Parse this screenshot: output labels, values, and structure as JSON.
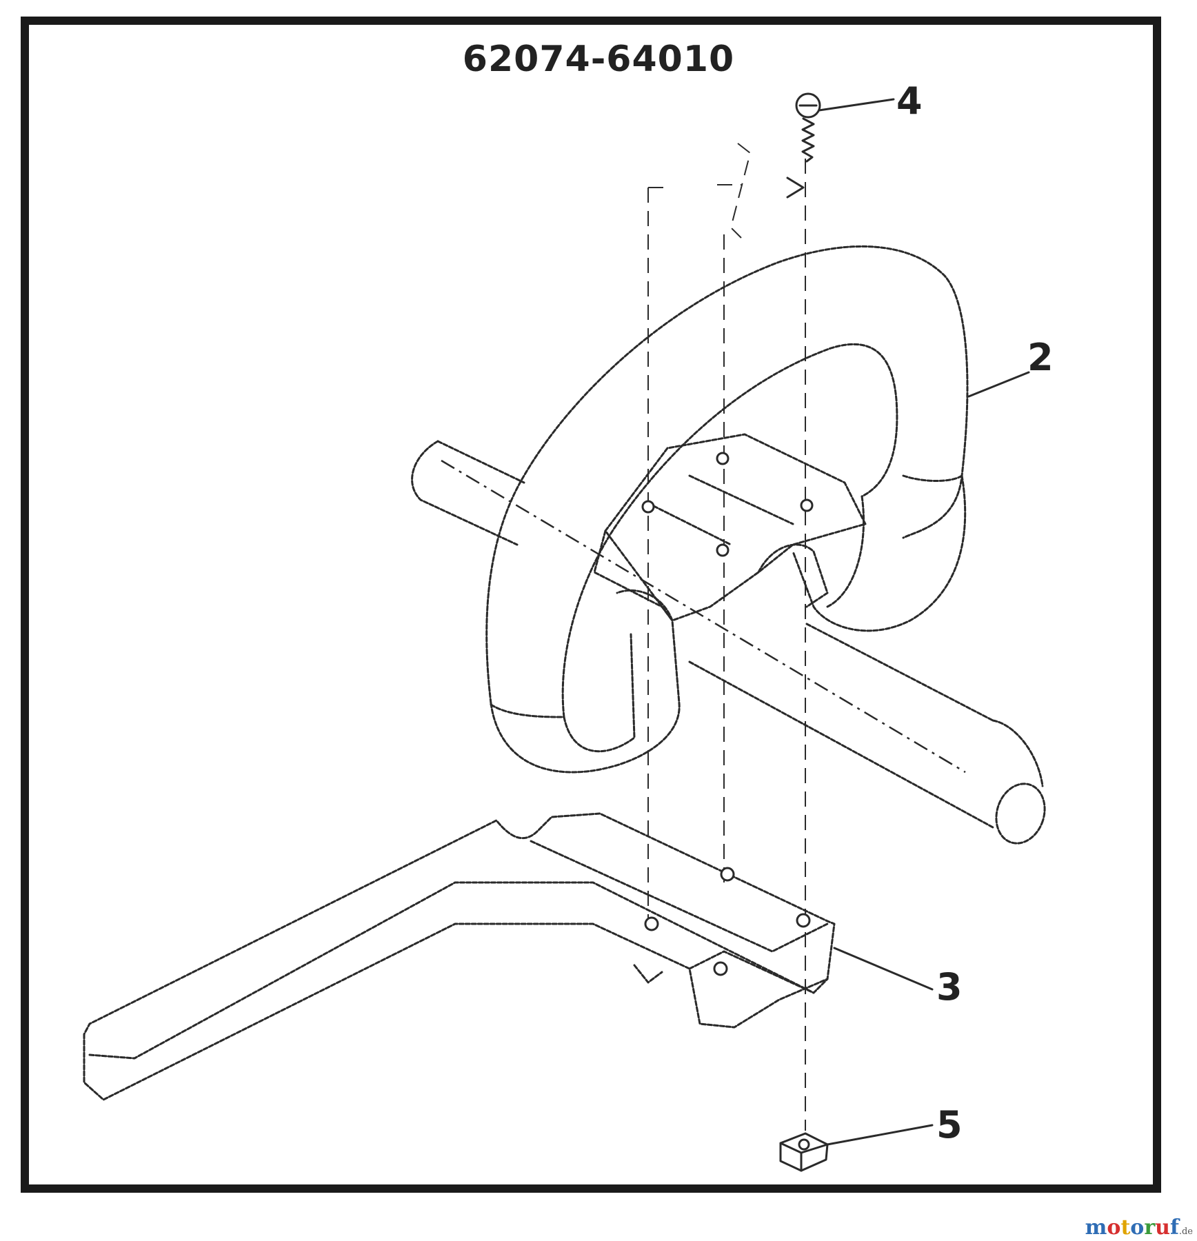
{
  "diagram": {
    "part_number": "62074-64010",
    "callouts": {
      "item_2": "2",
      "item_3": "3",
      "item_4": "4",
      "item_5": "5"
    },
    "colors": {
      "line": "#2a2a2a",
      "frame": "#1a1a1a",
      "background": "#ffffff"
    }
  },
  "watermark": {
    "letters": [
      {
        "char": "m",
        "color": "#2f6db5"
      },
      {
        "char": "o",
        "color": "#d62f2f"
      },
      {
        "char": "t",
        "color": "#e0a400"
      },
      {
        "char": "o",
        "color": "#2f6db5"
      },
      {
        "char": "r",
        "color": "#3a9a3a"
      },
      {
        "char": "u",
        "color": "#d62f2f"
      },
      {
        "char": "f",
        "color": "#2f6db5"
      }
    ],
    "suffix": ".de"
  }
}
